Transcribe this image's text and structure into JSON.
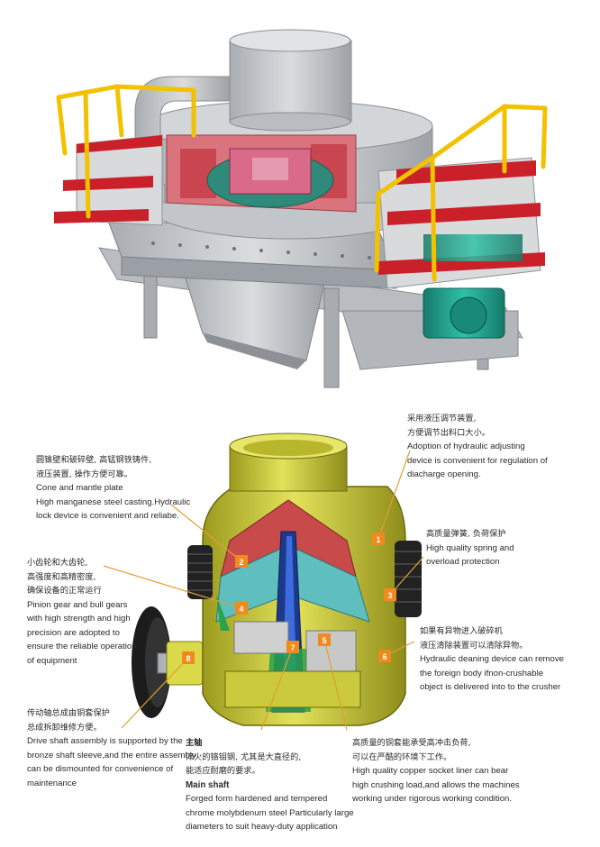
{
  "callouts": [
    {
      "id": "1",
      "zh": [
        "采用液压调节装置,",
        "方便调节出料口大小。"
      ],
      "en": [
        "Adoption of hydraulic adjusting",
        "device is convenient for regulation of",
        "diacharge opening."
      ]
    },
    {
      "id": "2",
      "zh": [
        "圆锥壁和破碎壁, 高锰钢铁铸件,",
        "液压装置, 操作方便可靠。"
      ],
      "title": "Cone and mantle plate",
      "en": [
        "High manganese steel casting.Hydraulic",
        "lock device is convenient and reliabe."
      ]
    },
    {
      "id": "3",
      "zh": [
        "高质量弹簧, 负荷保护"
      ],
      "en": [
        "High quality spring and",
        "overload protection"
      ]
    },
    {
      "id": "4",
      "zh": [
        "小齿轮和大齿轮,",
        "高强度和高精密度,",
        "确保设备的正常运行"
      ],
      "en": [
        "Pinion gear and bull gears",
        "with high strength and high",
        "precision are adopted to",
        "ensure the reliable operation",
        "of equipment"
      ]
    },
    {
      "id": "5",
      "zh": [
        "如果有异物进入破碎机",
        "液压清除装置可以清除异物。"
      ],
      "en": [
        "Hydraulic deaning device can remove",
        "the foreign body ifnon-crushable",
        "object is delivered into to the crusher"
      ]
    },
    {
      "id": "6",
      "zh": [
        "传动轴总成由铜套保护",
        "总成拆卸维修方便。"
      ],
      "en": [
        "Drive shaft assembly is supported by the",
        "bronze shaft sleeve,and the entire assembly",
        "can be dismounted for convenience of",
        "maintenance"
      ]
    },
    {
      "id": "7",
      "zh_title": "主轴",
      "zh": [
        "淬火的铬钼钢, 尤其是大直径的,",
        "能适应耐磨的要求。"
      ],
      "title": "Main shaft",
      "en": [
        "Forged form hardened and tempered",
        "chrome molybdenum steel Particularly large",
        "diameters to suit heavy-duty application"
      ]
    },
    {
      "id": "8",
      "zh": [
        "高质量的铜套能承受高冲击负荷,",
        "可以在严酷的环境下工作。"
      ],
      "en": [
        "High quality copper socket liner can bear",
        "high crushing load,and allows the machines",
        "working under rigorous working condition."
      ]
    }
  ],
  "markers": [
    "1",
    "2",
    "3",
    "4",
    "5",
    "6",
    "7",
    "8"
  ],
  "colors": {
    "machine_grey": "#c9ccd0",
    "railing": "#f2c200",
    "step_red": "#c9202a",
    "motor_teal": "#1fa08a",
    "crusher_yellow": "#d4d43a",
    "liner_red": "#c84a4a",
    "chamber_teal": "#5fbfbf",
    "shaft_blue": "#1d3a8a",
    "marker_orange": "#f08a1c",
    "leader": "#e0a030"
  }
}
